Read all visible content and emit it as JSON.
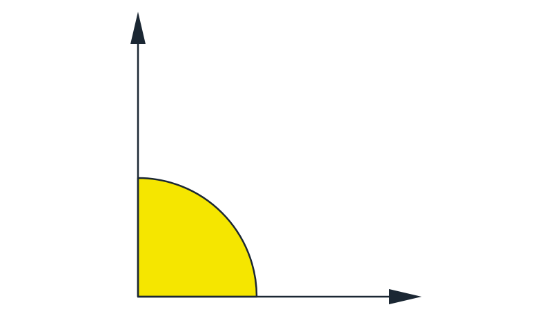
{
  "diagram": {
    "description_shapes": [
      "y-axis",
      "x-axis",
      "quarter-circle"
    ],
    "colors": {
      "background": "#ffffff",
      "axis": "#1b2733",
      "quarter_fill": "#f5e600",
      "quarter_stroke": "#1b2733"
    }
  }
}
